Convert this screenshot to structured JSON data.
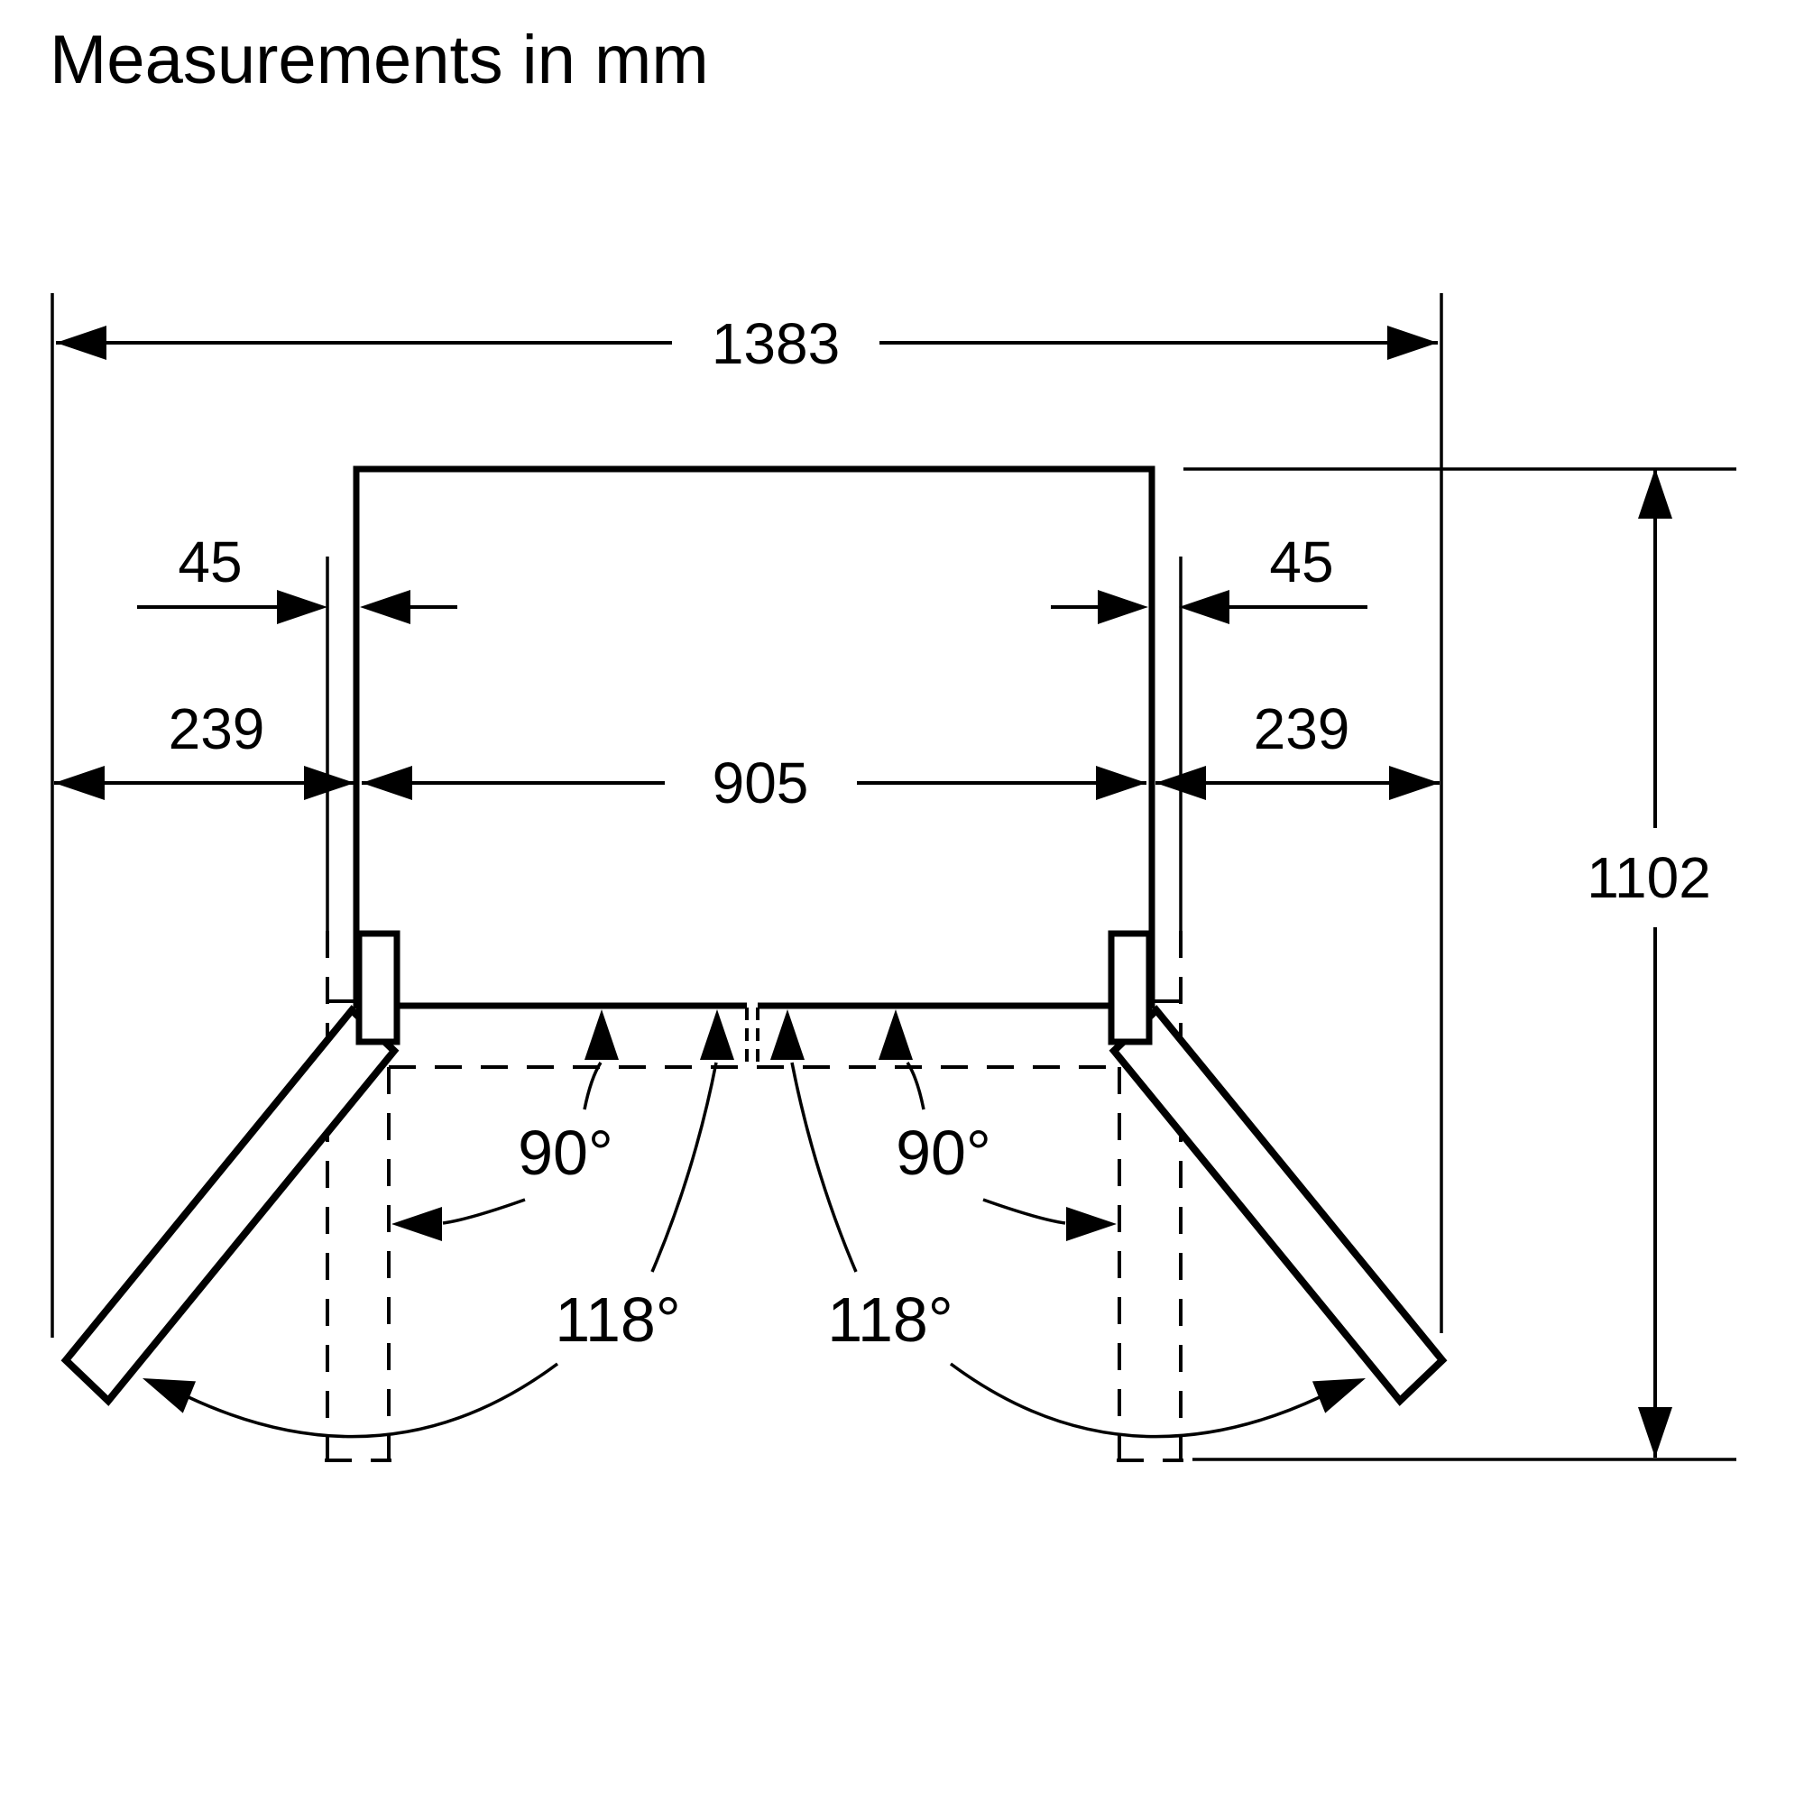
{
  "diagram": {
    "title": "Measurements in mm",
    "unit": "mm",
    "values": {
      "overall_width": "1383",
      "recess_left": "239",
      "recess_right": "239",
      "body_width": "905",
      "door_offset_left": "45",
      "door_offset_right": "45",
      "depth_doors_open": "1102",
      "angle_90_left": "90°",
      "angle_90_right": "90°",
      "angle_118_left": "118°",
      "angle_118_right": "118°"
    }
  }
}
